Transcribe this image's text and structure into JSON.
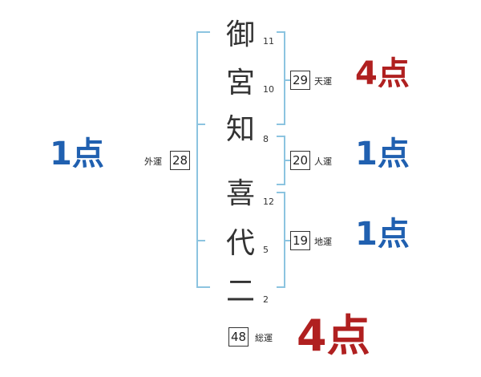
{
  "name": {
    "chars": [
      {
        "char": "御",
        "strokes": "11"
      },
      {
        "char": "宮",
        "strokes": "10"
      },
      {
        "char": "知",
        "strokes": "8"
      },
      {
        "char": "喜",
        "strokes": "12"
      },
      {
        "char": "代",
        "strokes": "5"
      },
      {
        "char": "二",
        "strokes": "2"
      }
    ]
  },
  "fortunes": {
    "ten": {
      "label": "天運",
      "value": "29",
      "score": "4点",
      "color": "#b02020"
    },
    "jin": {
      "label": "人運",
      "value": "20",
      "score": "1点",
      "color": "#2060b0"
    },
    "chi": {
      "label": "地運",
      "value": "19",
      "score": "1点",
      "color": "#2060b0"
    },
    "gai": {
      "label": "外運",
      "value": "28",
      "score": "1点",
      "color": "#2060b0"
    },
    "sou": {
      "label": "総運",
      "value": "48",
      "score": "4点",
      "color": "#b02020"
    }
  },
  "colors": {
    "bracket": "#8cc4e0",
    "good": "#b02020",
    "neutral": "#2060b0"
  }
}
